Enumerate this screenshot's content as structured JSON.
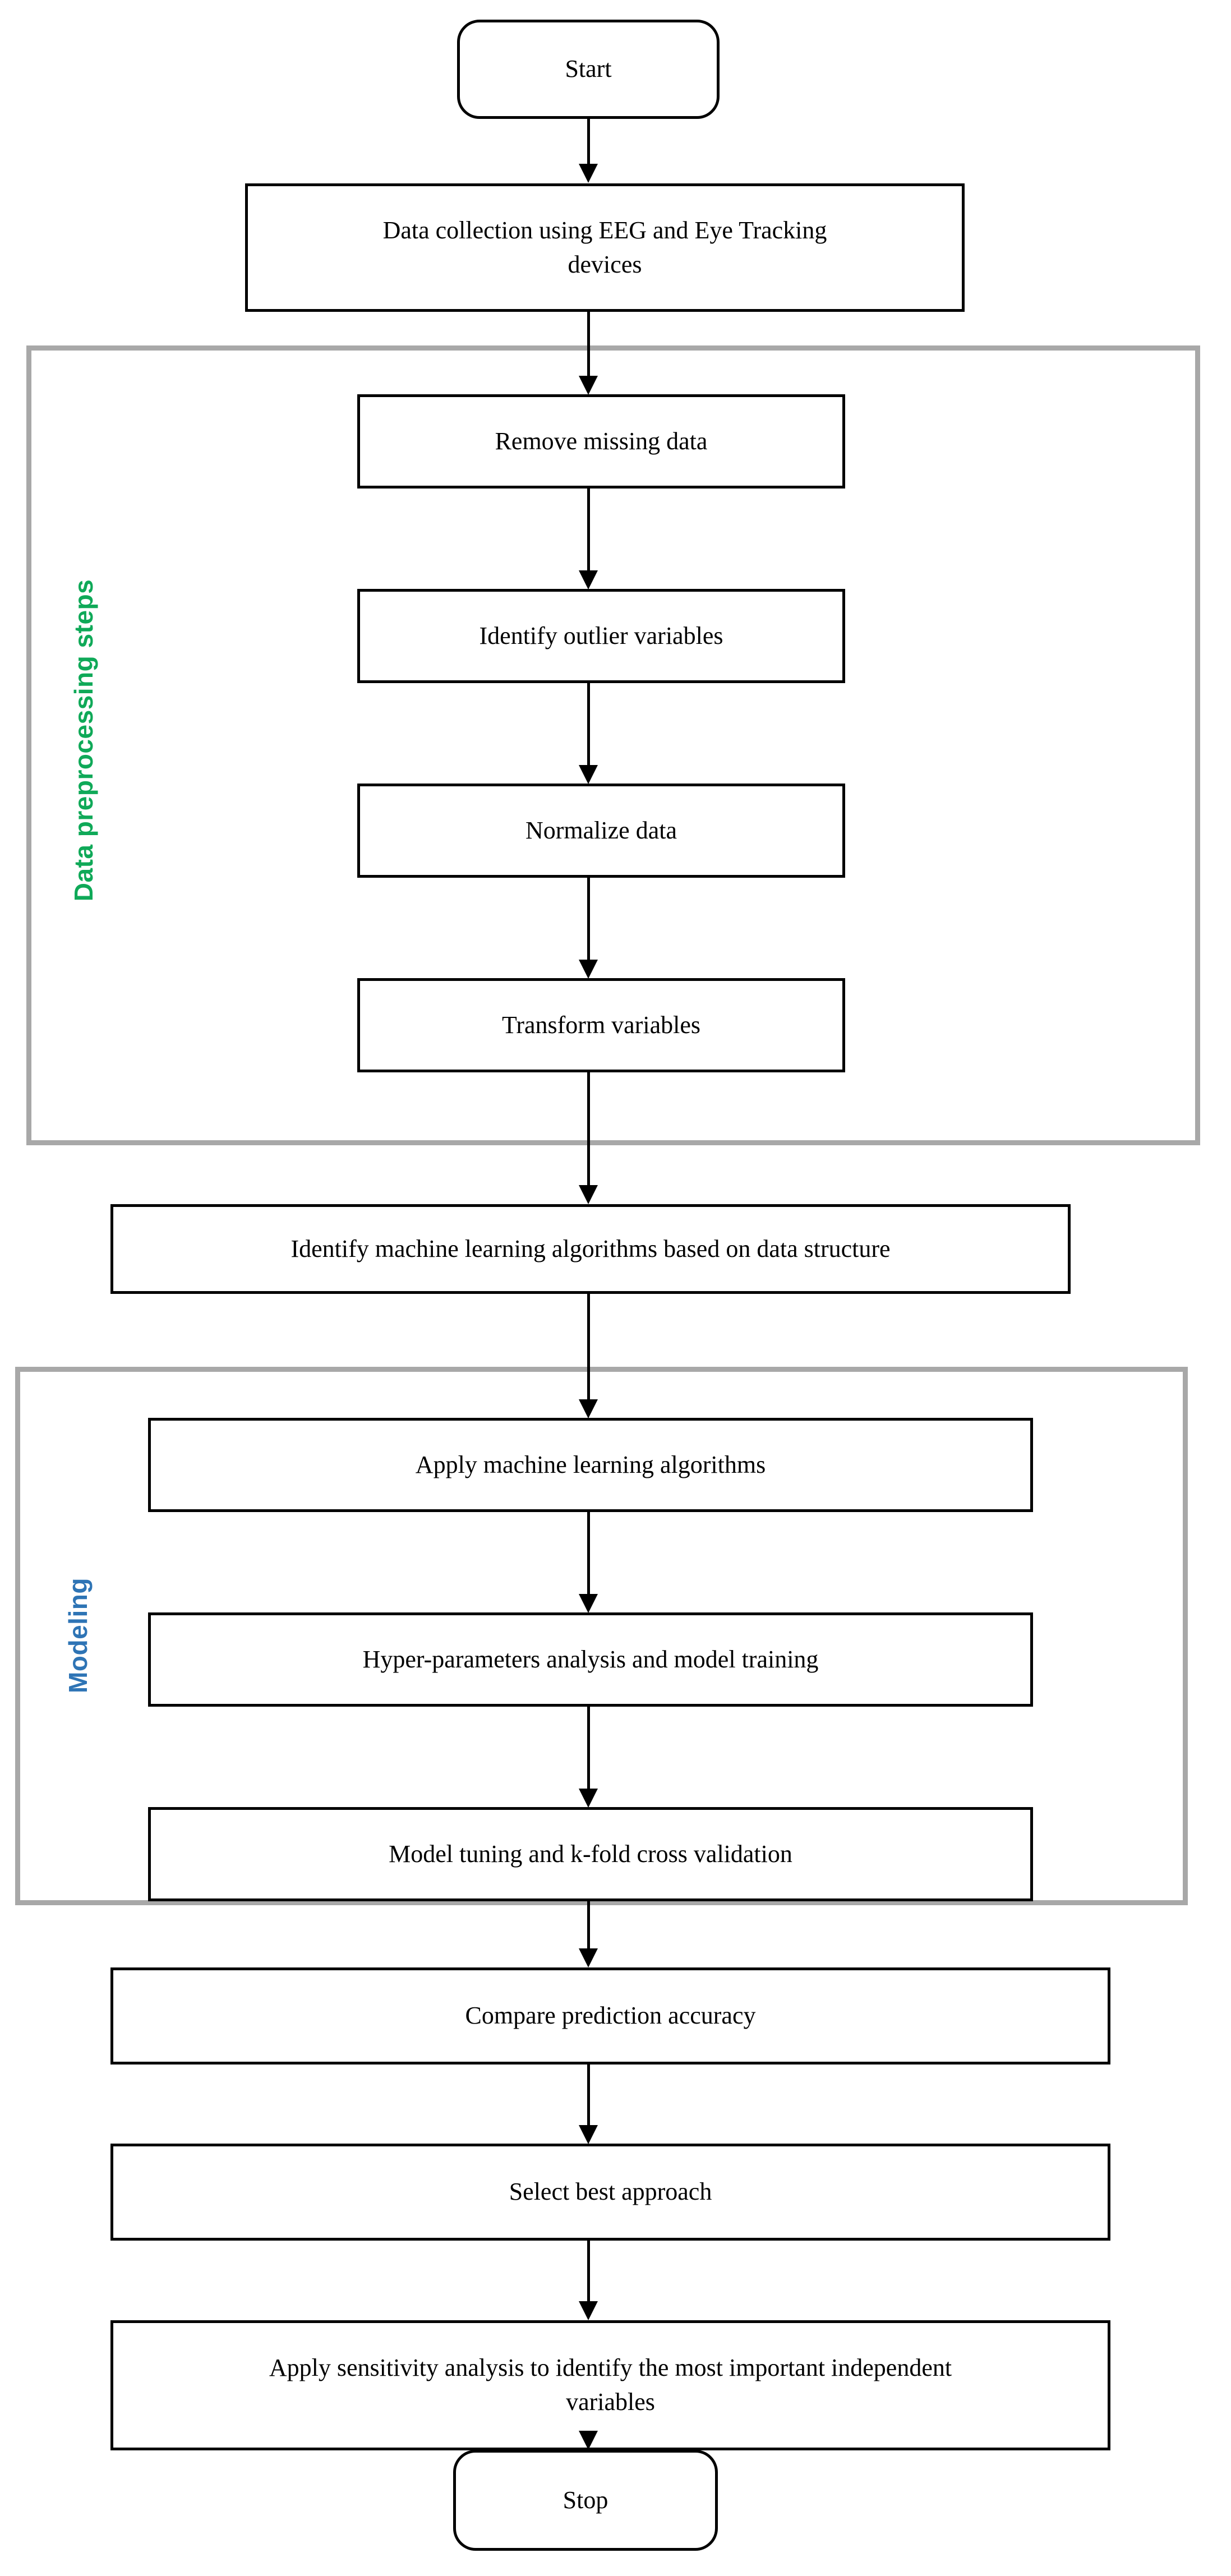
{
  "diagram": {
    "title": "Machine learning research methodology flowchart",
    "colors": {
      "group_border": "#a8a8a8",
      "node_border": "#000000",
      "node_fill": "#ffffff",
      "connector": "#000000",
      "preprocessing_label": "#0fa958",
      "modeling_label": "#2e74b5"
    },
    "groups": [
      {
        "id": "preprocessing",
        "label": "Data preprocessing steps",
        "color": "#0fa958"
      },
      {
        "id": "modeling",
        "label": "Modeling",
        "color": "#2e74b5"
      }
    ],
    "nodes": [
      {
        "id": "start",
        "label": "Start",
        "shape": "terminator"
      },
      {
        "id": "data-collection",
        "label": "Data collection using EEG and Eye Tracking devices",
        "shape": "process"
      },
      {
        "id": "remove-missing",
        "label": "Remove missing data",
        "shape": "process"
      },
      {
        "id": "identify-outlier",
        "label": "Identify outlier variables",
        "shape": "process"
      },
      {
        "id": "normalize",
        "label": "Normalize data",
        "shape": "process"
      },
      {
        "id": "transform",
        "label": "Transform variables",
        "shape": "process"
      },
      {
        "id": "identify-ml",
        "label": "Identify machine learning algorithms based on data structure",
        "shape": "process"
      },
      {
        "id": "apply-ml",
        "label": "Apply machine learning algorithms",
        "shape": "process"
      },
      {
        "id": "hyper-params",
        "label": "Hyper-parameters analysis and model training",
        "shape": "process"
      },
      {
        "id": "model-tuning",
        "label": "Model tuning and k-fold cross validation",
        "shape": "process"
      },
      {
        "id": "compare",
        "label": "Compare prediction accuracy",
        "shape": "process"
      },
      {
        "id": "select-best",
        "label": "Select best approach",
        "shape": "process"
      },
      {
        "id": "sensitivity",
        "label": "Apply sensitivity analysis to identify the most important independent variables",
        "shape": "process"
      },
      {
        "id": "stop",
        "label": "Stop",
        "shape": "terminator"
      }
    ],
    "edges": [
      {
        "from": "start",
        "to": "data-collection"
      },
      {
        "from": "data-collection",
        "to": "remove-missing"
      },
      {
        "from": "remove-missing",
        "to": "identify-outlier"
      },
      {
        "from": "identify-outlier",
        "to": "normalize"
      },
      {
        "from": "normalize",
        "to": "transform"
      },
      {
        "from": "transform",
        "to": "identify-ml"
      },
      {
        "from": "identify-ml",
        "to": "apply-ml"
      },
      {
        "from": "apply-ml",
        "to": "hyper-params"
      },
      {
        "from": "hyper-params",
        "to": "model-tuning"
      },
      {
        "from": "model-tuning",
        "to": "compare"
      },
      {
        "from": "compare",
        "to": "select-best"
      },
      {
        "from": "select-best",
        "to": "sensitivity"
      },
      {
        "from": "sensitivity",
        "to": "stop"
      }
    ]
  }
}
